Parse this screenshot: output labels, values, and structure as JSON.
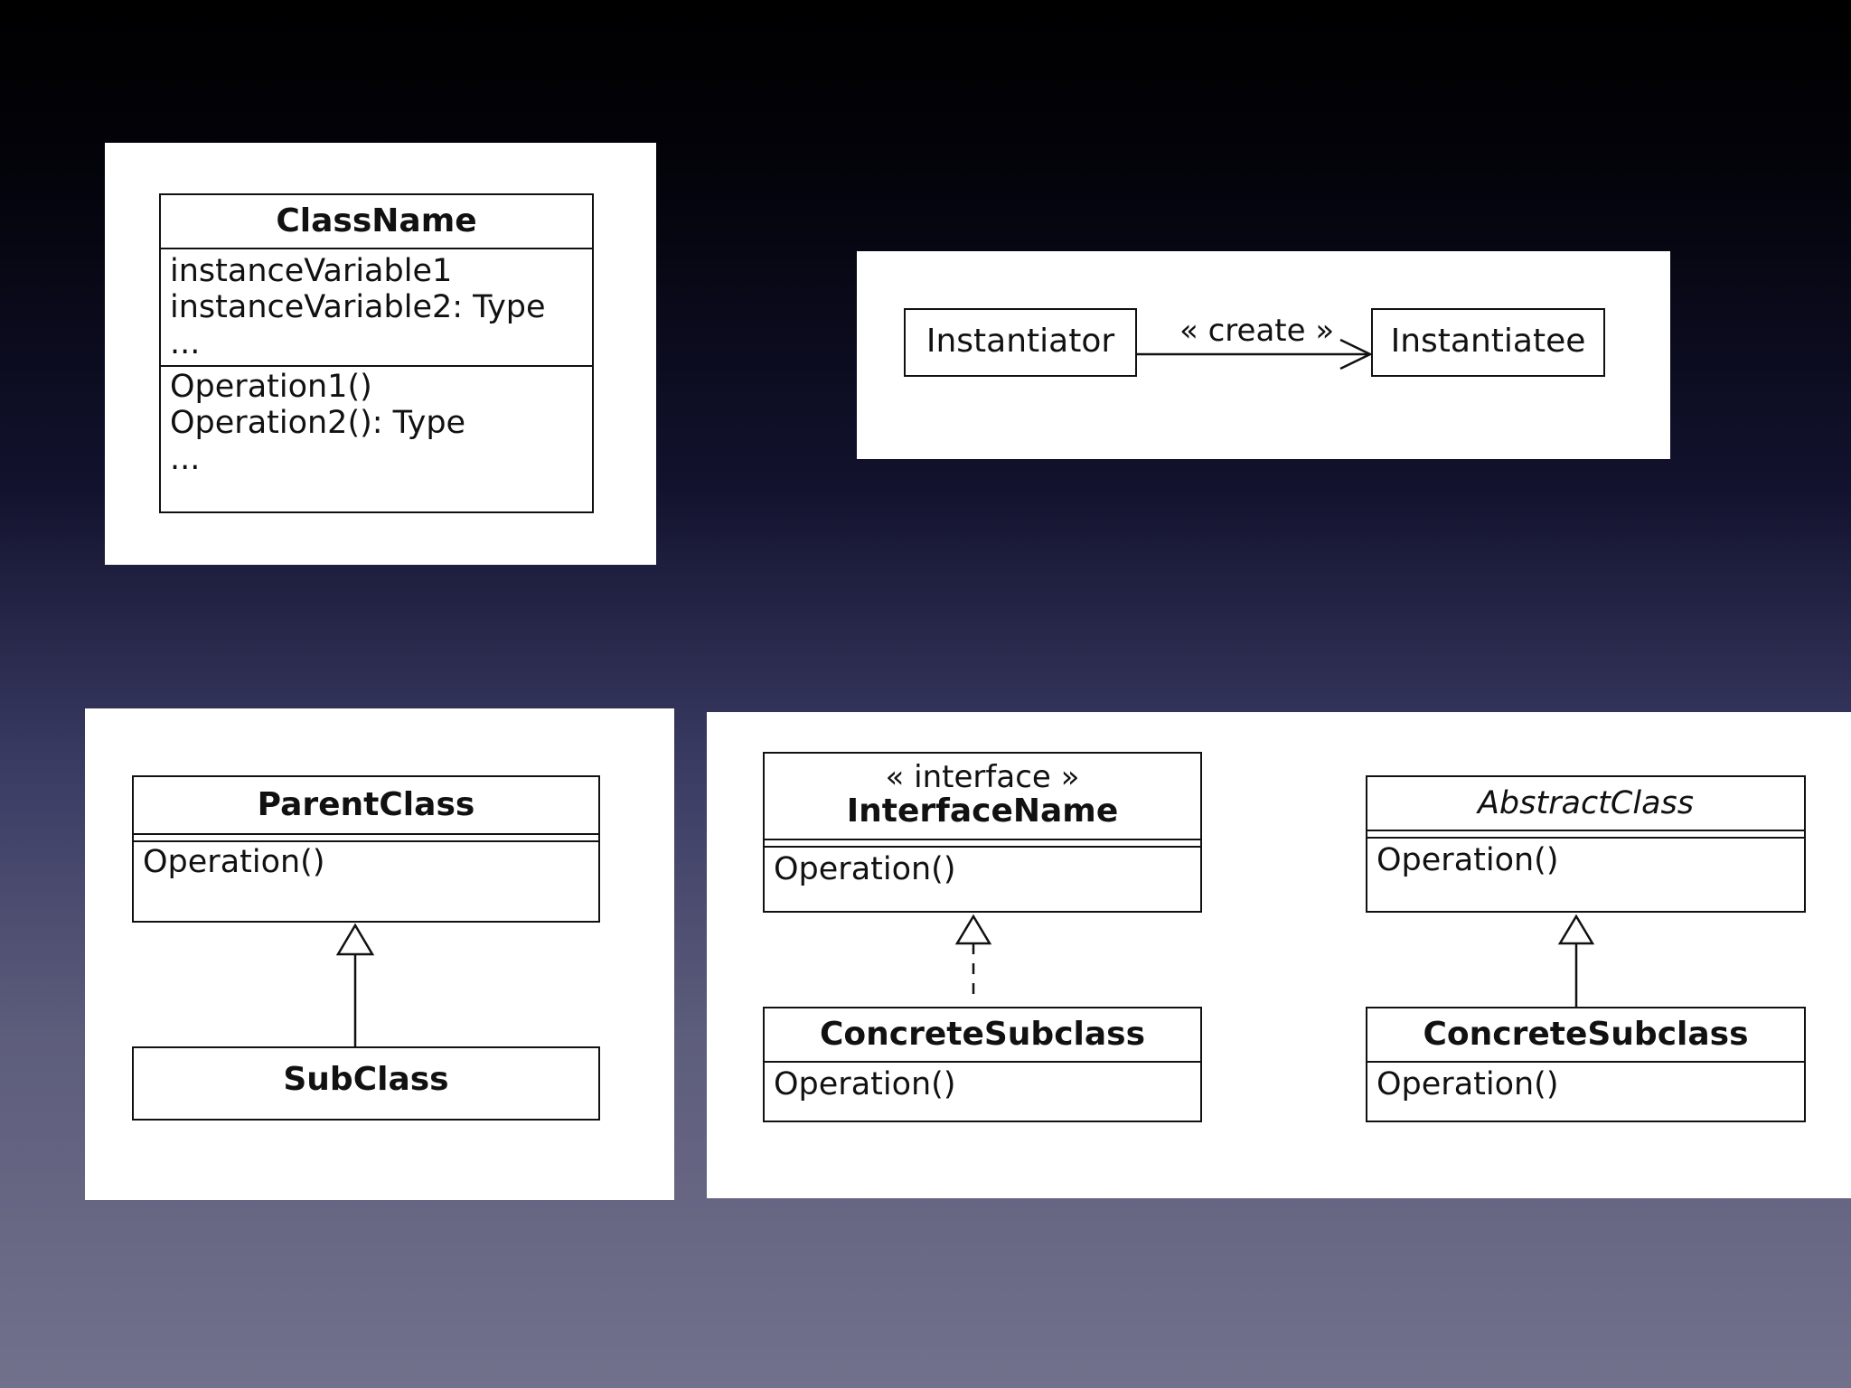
{
  "class_box": {
    "name": "ClassName",
    "attributes": [
      "instanceVariable1",
      "instanceVariable2: Type",
      "..."
    ],
    "operations": [
      "Operation1()",
      "Operation2(): Type",
      "..."
    ]
  },
  "create_diagram": {
    "source": "Instantiator",
    "target": "Instantiatee",
    "label": "« create »"
  },
  "inheritance_diagram": {
    "parent": {
      "name": "ParentClass",
      "operation": "Operation()"
    },
    "child": {
      "name": "SubClass"
    }
  },
  "interface_diagram": {
    "stereotype": "« interface »",
    "interface_name": "InterfaceName",
    "interface_operation": "Operation()",
    "impl_name": "ConcreteSubclass",
    "impl_operation": "Operation()"
  },
  "abstract_diagram": {
    "abstract_name": "AbstractClass",
    "abstract_operation": "Operation()",
    "sub_name": "ConcreteSubclass",
    "sub_operation": "Operation()"
  }
}
